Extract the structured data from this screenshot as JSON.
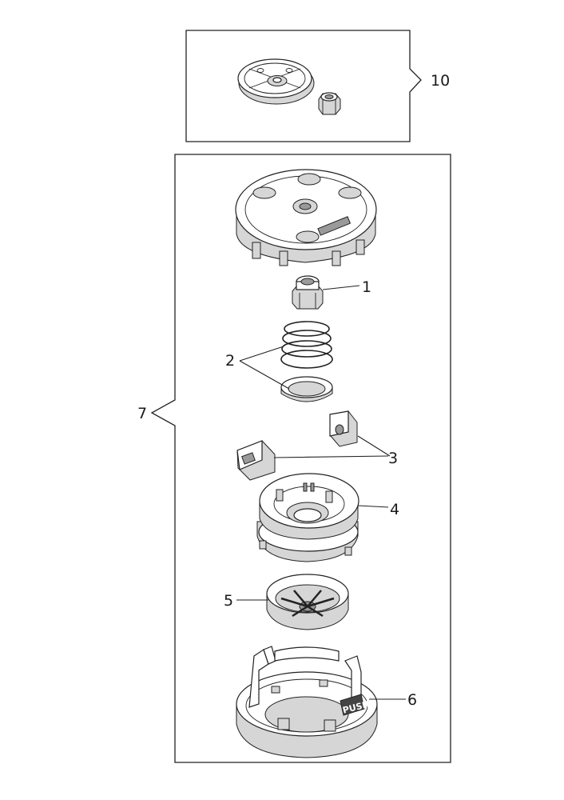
{
  "callouts": {
    "c1": "1",
    "c2": "2",
    "c3": "3",
    "c4": "4",
    "c5": "5",
    "c6": "6",
    "c7": "7",
    "c10": "10"
  },
  "part_marks": {
    "push": "PUSH"
  },
  "icons": {
    "nut": "hex-nut-icon",
    "spring": "coil-spring-icon"
  }
}
